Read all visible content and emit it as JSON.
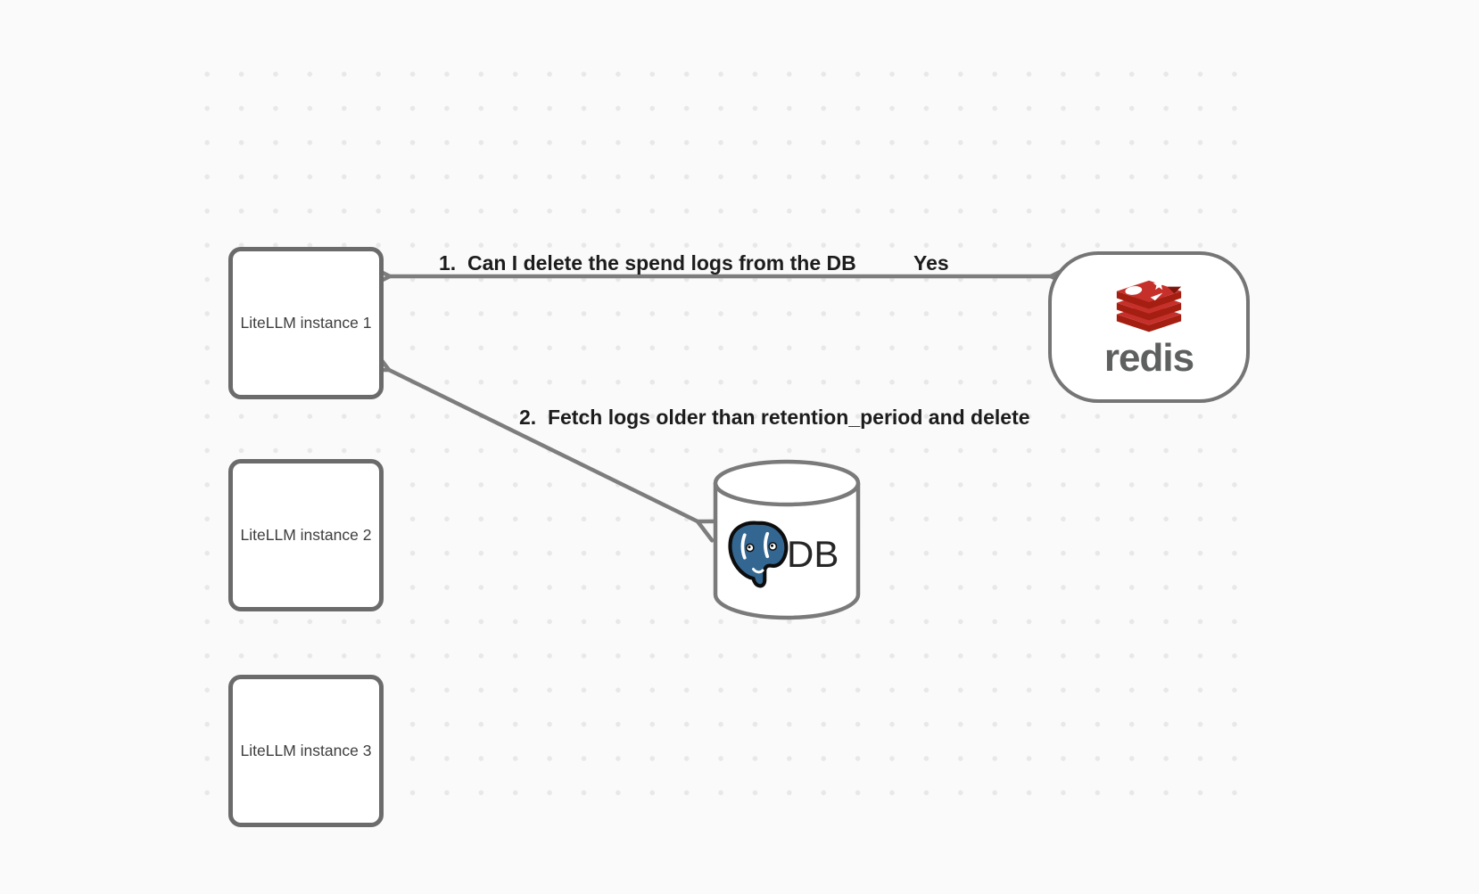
{
  "canvas": {
    "background": "#fafafa",
    "grid": "dotted"
  },
  "colors": {
    "background": "#fafafa",
    "dot": "#e8e8e8",
    "shape_border": "#6b6b6b",
    "shape_fill": "#ffffff",
    "arrow": "#7d7d7d",
    "label_text": "#1c1c1c",
    "node_label_text": "#3d3d3d",
    "redis_red": "#c6302b",
    "redis_dark_red": "#a41e11",
    "redis_notch": "#7e150c",
    "redis_wordmark": "#5e5f5f",
    "postgres_blue": "#336791",
    "db_text": "#262626"
  },
  "nodes": {
    "litellm_instances": [
      {
        "label": "LiteLLM instance 1"
      },
      {
        "label": "LiteLLM instance 2"
      },
      {
        "label": "LiteLLM instance 3"
      }
    ],
    "redis": {
      "wordmark": "redis",
      "icon": "redis-stack-icon"
    },
    "db": {
      "label": "DB",
      "icon": "postgresql-elephant-icon",
      "shape": "database-cylinder"
    }
  },
  "edges": [
    {
      "label": "1.  Can I delete the spend logs from the DB",
      "response_label": "Yes",
      "from": "LiteLLM instance 1",
      "to": "redis",
      "arrowheads": "both"
    },
    {
      "label": "2.  Fetch logs older than retention_period and delete",
      "from": "LiteLLM instance 1",
      "to": "DB",
      "arrowheads": "both"
    }
  ]
}
